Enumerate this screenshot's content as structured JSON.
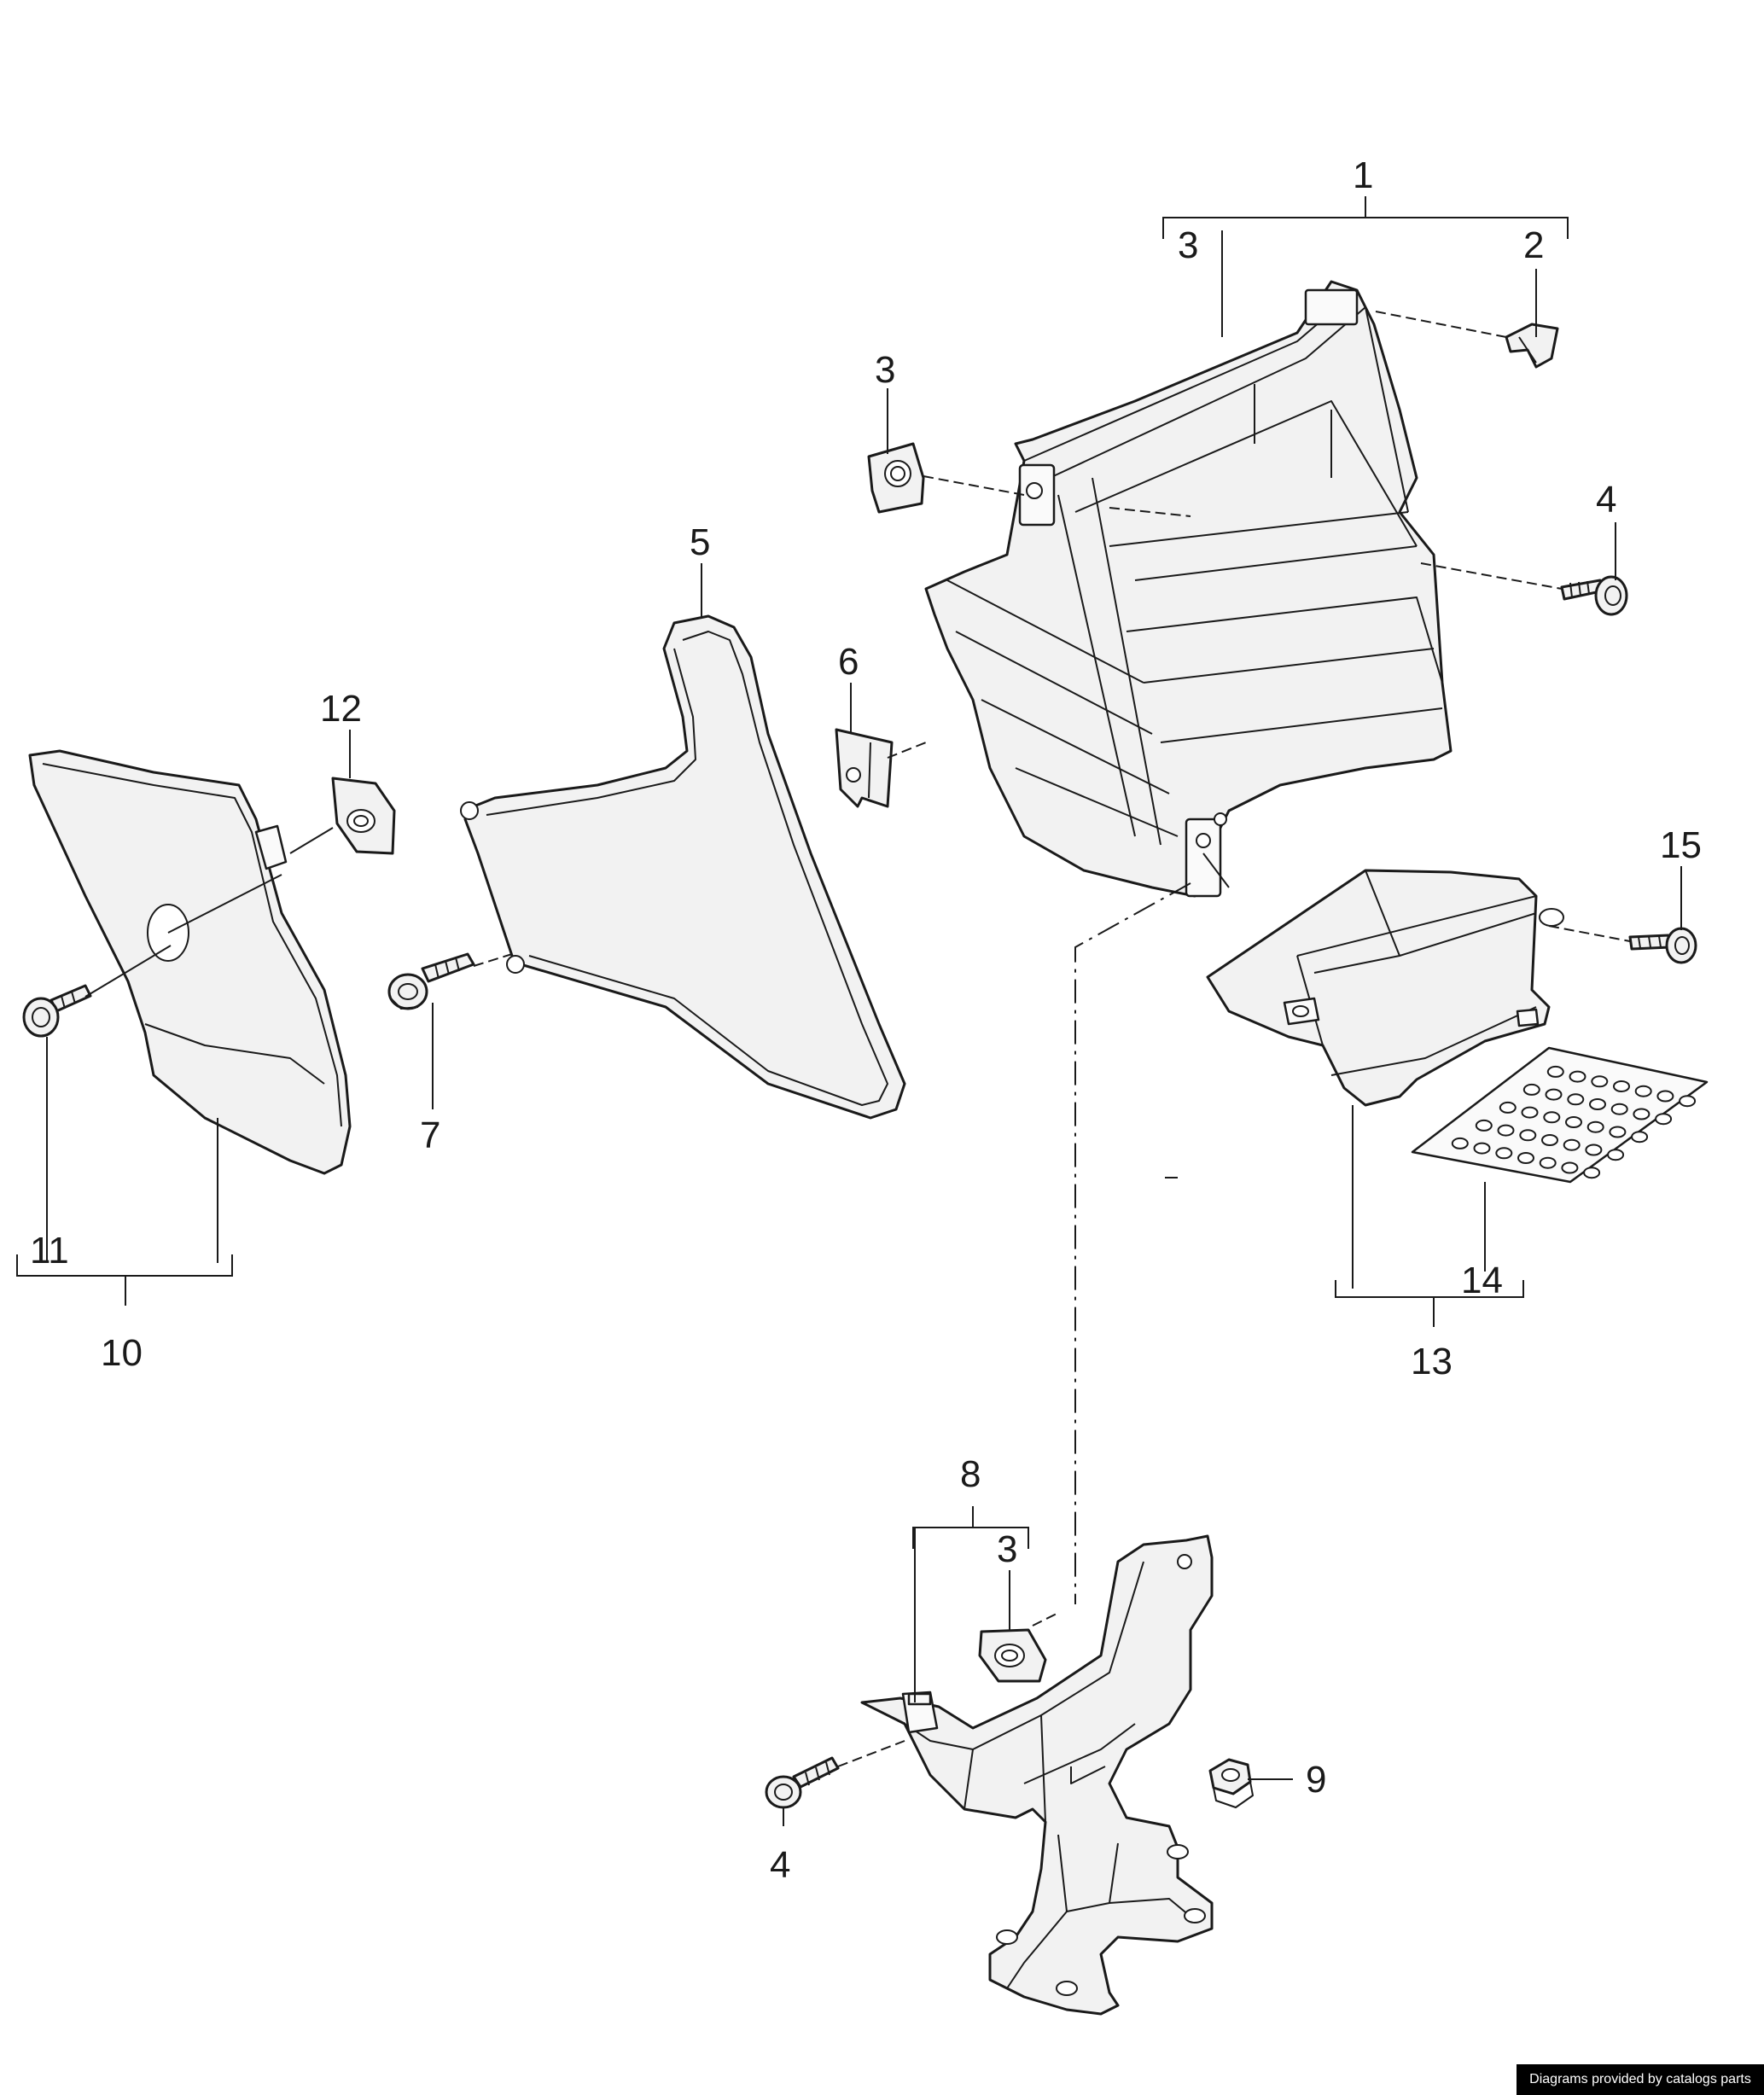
{
  "callouts": {
    "c1": "1",
    "c2": "2",
    "c3a": "3",
    "c3b": "3",
    "c3c": "3",
    "c4a": "4",
    "c4b": "4",
    "c5": "5",
    "c6": "6",
    "c7": "7",
    "c8": "8",
    "c9": "9",
    "c10": "10",
    "c11": "11",
    "c12": "12",
    "c13": "13",
    "c14": "14",
    "c15": "15"
  },
  "credit": {
    "text": "Diagrams provided by catalogs parts",
    "background": "#000000",
    "color": "#ffffff"
  },
  "colors": {
    "line": "#1a1a1a",
    "part_fill": "#f2f2f2",
    "background": "#ffffff"
  }
}
